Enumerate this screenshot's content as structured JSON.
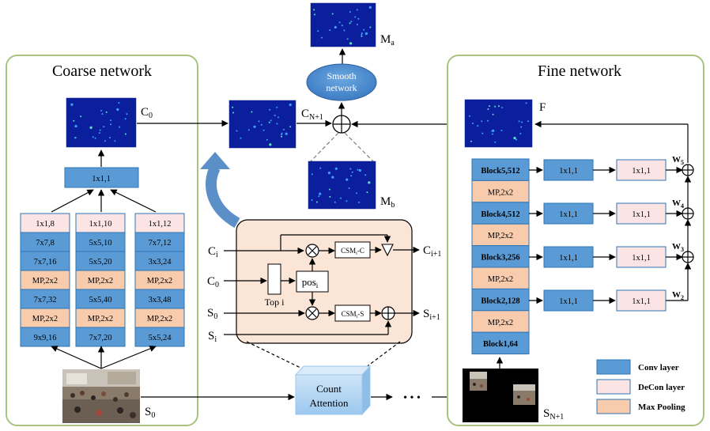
{
  "coarse": {
    "title": "Coarse network",
    "c0": "C",
    "c0_sub": "0",
    "merge_block": "1x1,1",
    "columns": [
      [
        "1x1,8",
        "7x7,8",
        "7x7,16",
        "MP,2x2",
        "7x7,32",
        "MP,2x2",
        "9x9,16"
      ],
      [
        "1x1,10",
        "5x5,10",
        "5x5,20",
        "MP,2x2",
        "5x5,40",
        "MP,2x2",
        "7x7,20"
      ],
      [
        "1x1,12",
        "7x7,12",
        "3x3,24",
        "MP,2x2",
        "3x3,48",
        "MP,2x2",
        "5x5,24"
      ]
    ],
    "column_kinds": [
      "dec",
      "conv",
      "conv",
      "mp",
      "conv",
      "mp",
      "conv"
    ],
    "s0": "S",
    "s0_sub": "0"
  },
  "center": {
    "ma": "M",
    "ma_sub": "a",
    "smooth_line1": "Smooth",
    "smooth_line2": "network",
    "cn1": "C",
    "cn1_sub": "N+1",
    "mb": "M",
    "mb_sub": "b",
    "ci": "C",
    "ci_sub": "i",
    "c0": "C",
    "c0_sub": "0",
    "s0": "S",
    "s0_sub": "0",
    "si": "S",
    "si_sub": "i",
    "top_i": "Top i",
    "pos": "pos",
    "pos_sub": "i",
    "csm_c": "CSM",
    "csm_c_sub": "i",
    "csm_c_suffix": "-C",
    "csm_s": "CSM",
    "csm_s_sub": "i",
    "csm_s_suffix": "-S",
    "ci1": "C",
    "ci1_sub": "i+1",
    "si1": "S",
    "si1_sub": "i+1",
    "count_line1": "Count",
    "count_line2": "Attention",
    "ellipsis": "• • •"
  },
  "fine": {
    "title": "Fine network",
    "f": "F",
    "blocks": [
      "Block5,512",
      "MP,2x2",
      "Block4,512",
      "MP,2x2",
      "Block3,256",
      "MP,2x2",
      "Block2,128",
      "MP,2x2",
      "Block1,64"
    ],
    "branch_conv": "1x1,1",
    "branch_deconv": "1x1,1",
    "weights": [
      {
        "w": "W",
        "sub": "5"
      },
      {
        "w": "W",
        "sub": "4"
      },
      {
        "w": "W",
        "sub": "3"
      },
      {
        "w": "W",
        "sub": "2"
      }
    ],
    "sn1": "S",
    "sn1_sub": "N+1"
  },
  "legend": [
    {
      "label": "Conv layer",
      "color": "#5b9bd5"
    },
    {
      "label": "DeCon layer",
      "color": "#fce4e4"
    },
    {
      "label": "Max Pooling",
      "color": "#f8cbad"
    }
  ]
}
